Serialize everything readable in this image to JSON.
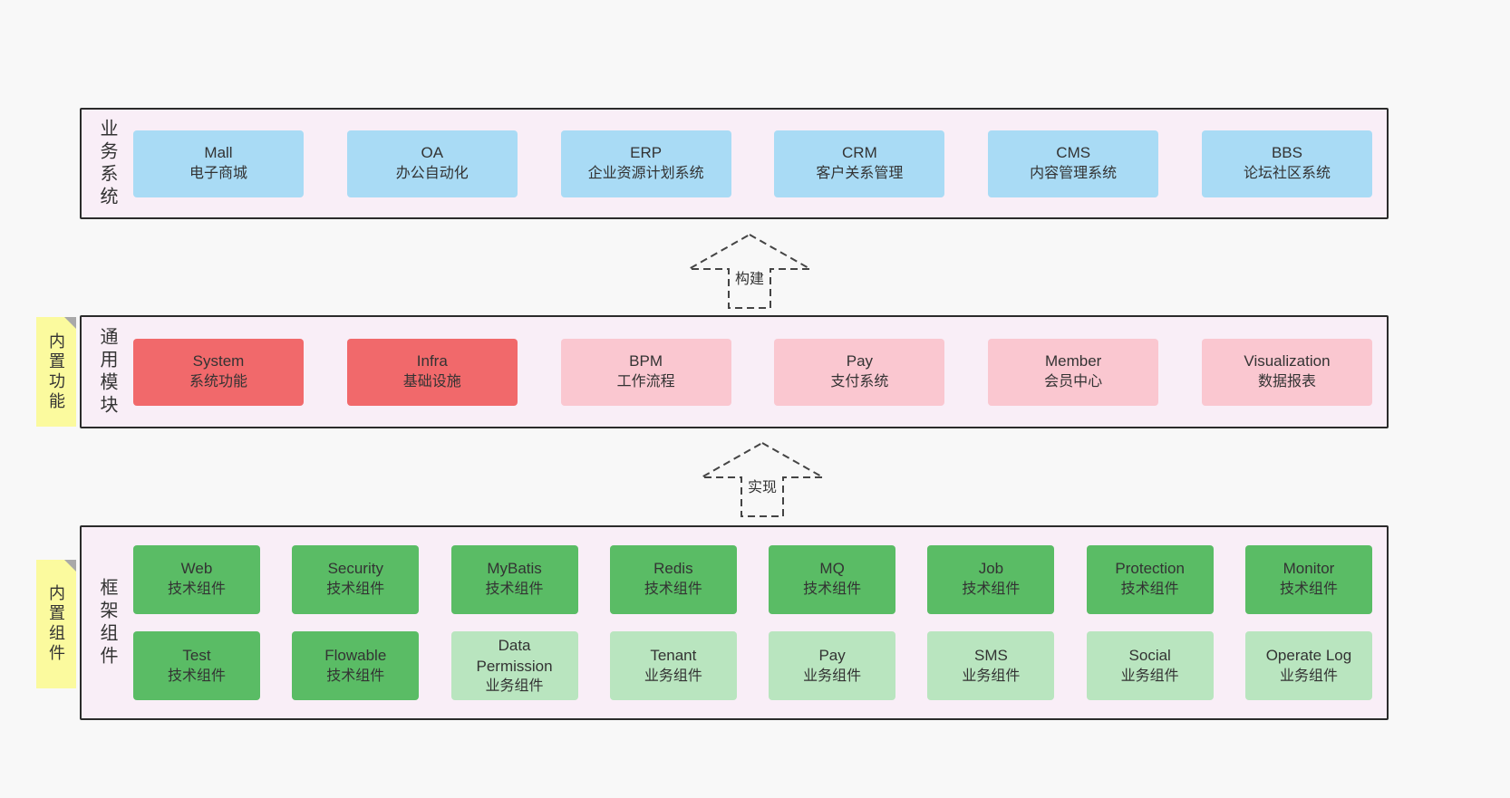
{
  "colors": {
    "page_bg": "#f8f8f8",
    "band_bg": "#f9eef7",
    "band_border": "#2b2b2b",
    "blue": "#a9dbf5",
    "red": "#f1696b",
    "pink": "#fac7d0",
    "green_dark": "#5abc65",
    "green_light": "#b9e5bf",
    "yellow": "#fbfa9e",
    "fold": "#a9a9a9",
    "text": "#333333",
    "arrow": "#444444"
  },
  "bands": {
    "business": {
      "label": "业务系统",
      "items": [
        {
          "title": "Mall",
          "subtitle": "电子商城"
        },
        {
          "title": "OA",
          "subtitle": "办公自动化"
        },
        {
          "title": "ERP",
          "subtitle": "企业资源计划系统"
        },
        {
          "title": "CRM",
          "subtitle": "客户关系管理"
        },
        {
          "title": "CMS",
          "subtitle": "内容管理系统"
        },
        {
          "title": "BBS",
          "subtitle": "论坛社区系统"
        }
      ]
    },
    "modules": {
      "label": "通用模块",
      "tab": "内置功能",
      "items": [
        {
          "title": "System",
          "subtitle": "系统功能",
          "variant": "red"
        },
        {
          "title": "Infra",
          "subtitle": "基础设施",
          "variant": "red"
        },
        {
          "title": "BPM",
          "subtitle": "工作流程",
          "variant": "pink"
        },
        {
          "title": "Pay",
          "subtitle": "支付系统",
          "variant": "pink"
        },
        {
          "title": "Member",
          "subtitle": "会员中心",
          "variant": "pink"
        },
        {
          "title": "Visualization",
          "subtitle": "数据报表",
          "variant": "pink"
        }
      ]
    },
    "components": {
      "label": "框架组件",
      "tab": "内置组件",
      "rows": [
        [
          {
            "title": "Web",
            "subtitle": "技术组件",
            "variant": "green-dark"
          },
          {
            "title": "Security",
            "subtitle": "技术组件",
            "variant": "green-dark"
          },
          {
            "title": "MyBatis",
            "subtitle": "技术组件",
            "variant": "green-dark"
          },
          {
            "title": "Redis",
            "subtitle": "技术组件",
            "variant": "green-dark"
          },
          {
            "title": "MQ",
            "subtitle": "技术组件",
            "variant": "green-dark"
          },
          {
            "title": "Job",
            "subtitle": "技术组件",
            "variant": "green-dark"
          },
          {
            "title": "Protection",
            "subtitle": "技术组件",
            "variant": "green-dark"
          },
          {
            "title": "Monitor",
            "subtitle": "技术组件",
            "variant": "green-dark"
          }
        ],
        [
          {
            "title": "Test",
            "subtitle": "技术组件",
            "variant": "green-dark"
          },
          {
            "title": "Flowable",
            "subtitle": "技术组件",
            "variant": "green-dark"
          },
          {
            "title": "Data Permission",
            "subtitle": "业务组件",
            "variant": "green-light"
          },
          {
            "title": "Tenant",
            "subtitle": "业务组件",
            "variant": "green-light"
          },
          {
            "title": "Pay",
            "subtitle": "业务组件",
            "variant": "green-light"
          },
          {
            "title": "SMS",
            "subtitle": "业务组件",
            "variant": "green-light"
          },
          {
            "title": "Social",
            "subtitle": "业务组件",
            "variant": "green-light"
          },
          {
            "title": "Operate Log",
            "subtitle": "业务组件",
            "variant": "green-light"
          }
        ]
      ]
    }
  },
  "arrows": [
    {
      "label": "构建"
    },
    {
      "label": "实现"
    }
  ]
}
